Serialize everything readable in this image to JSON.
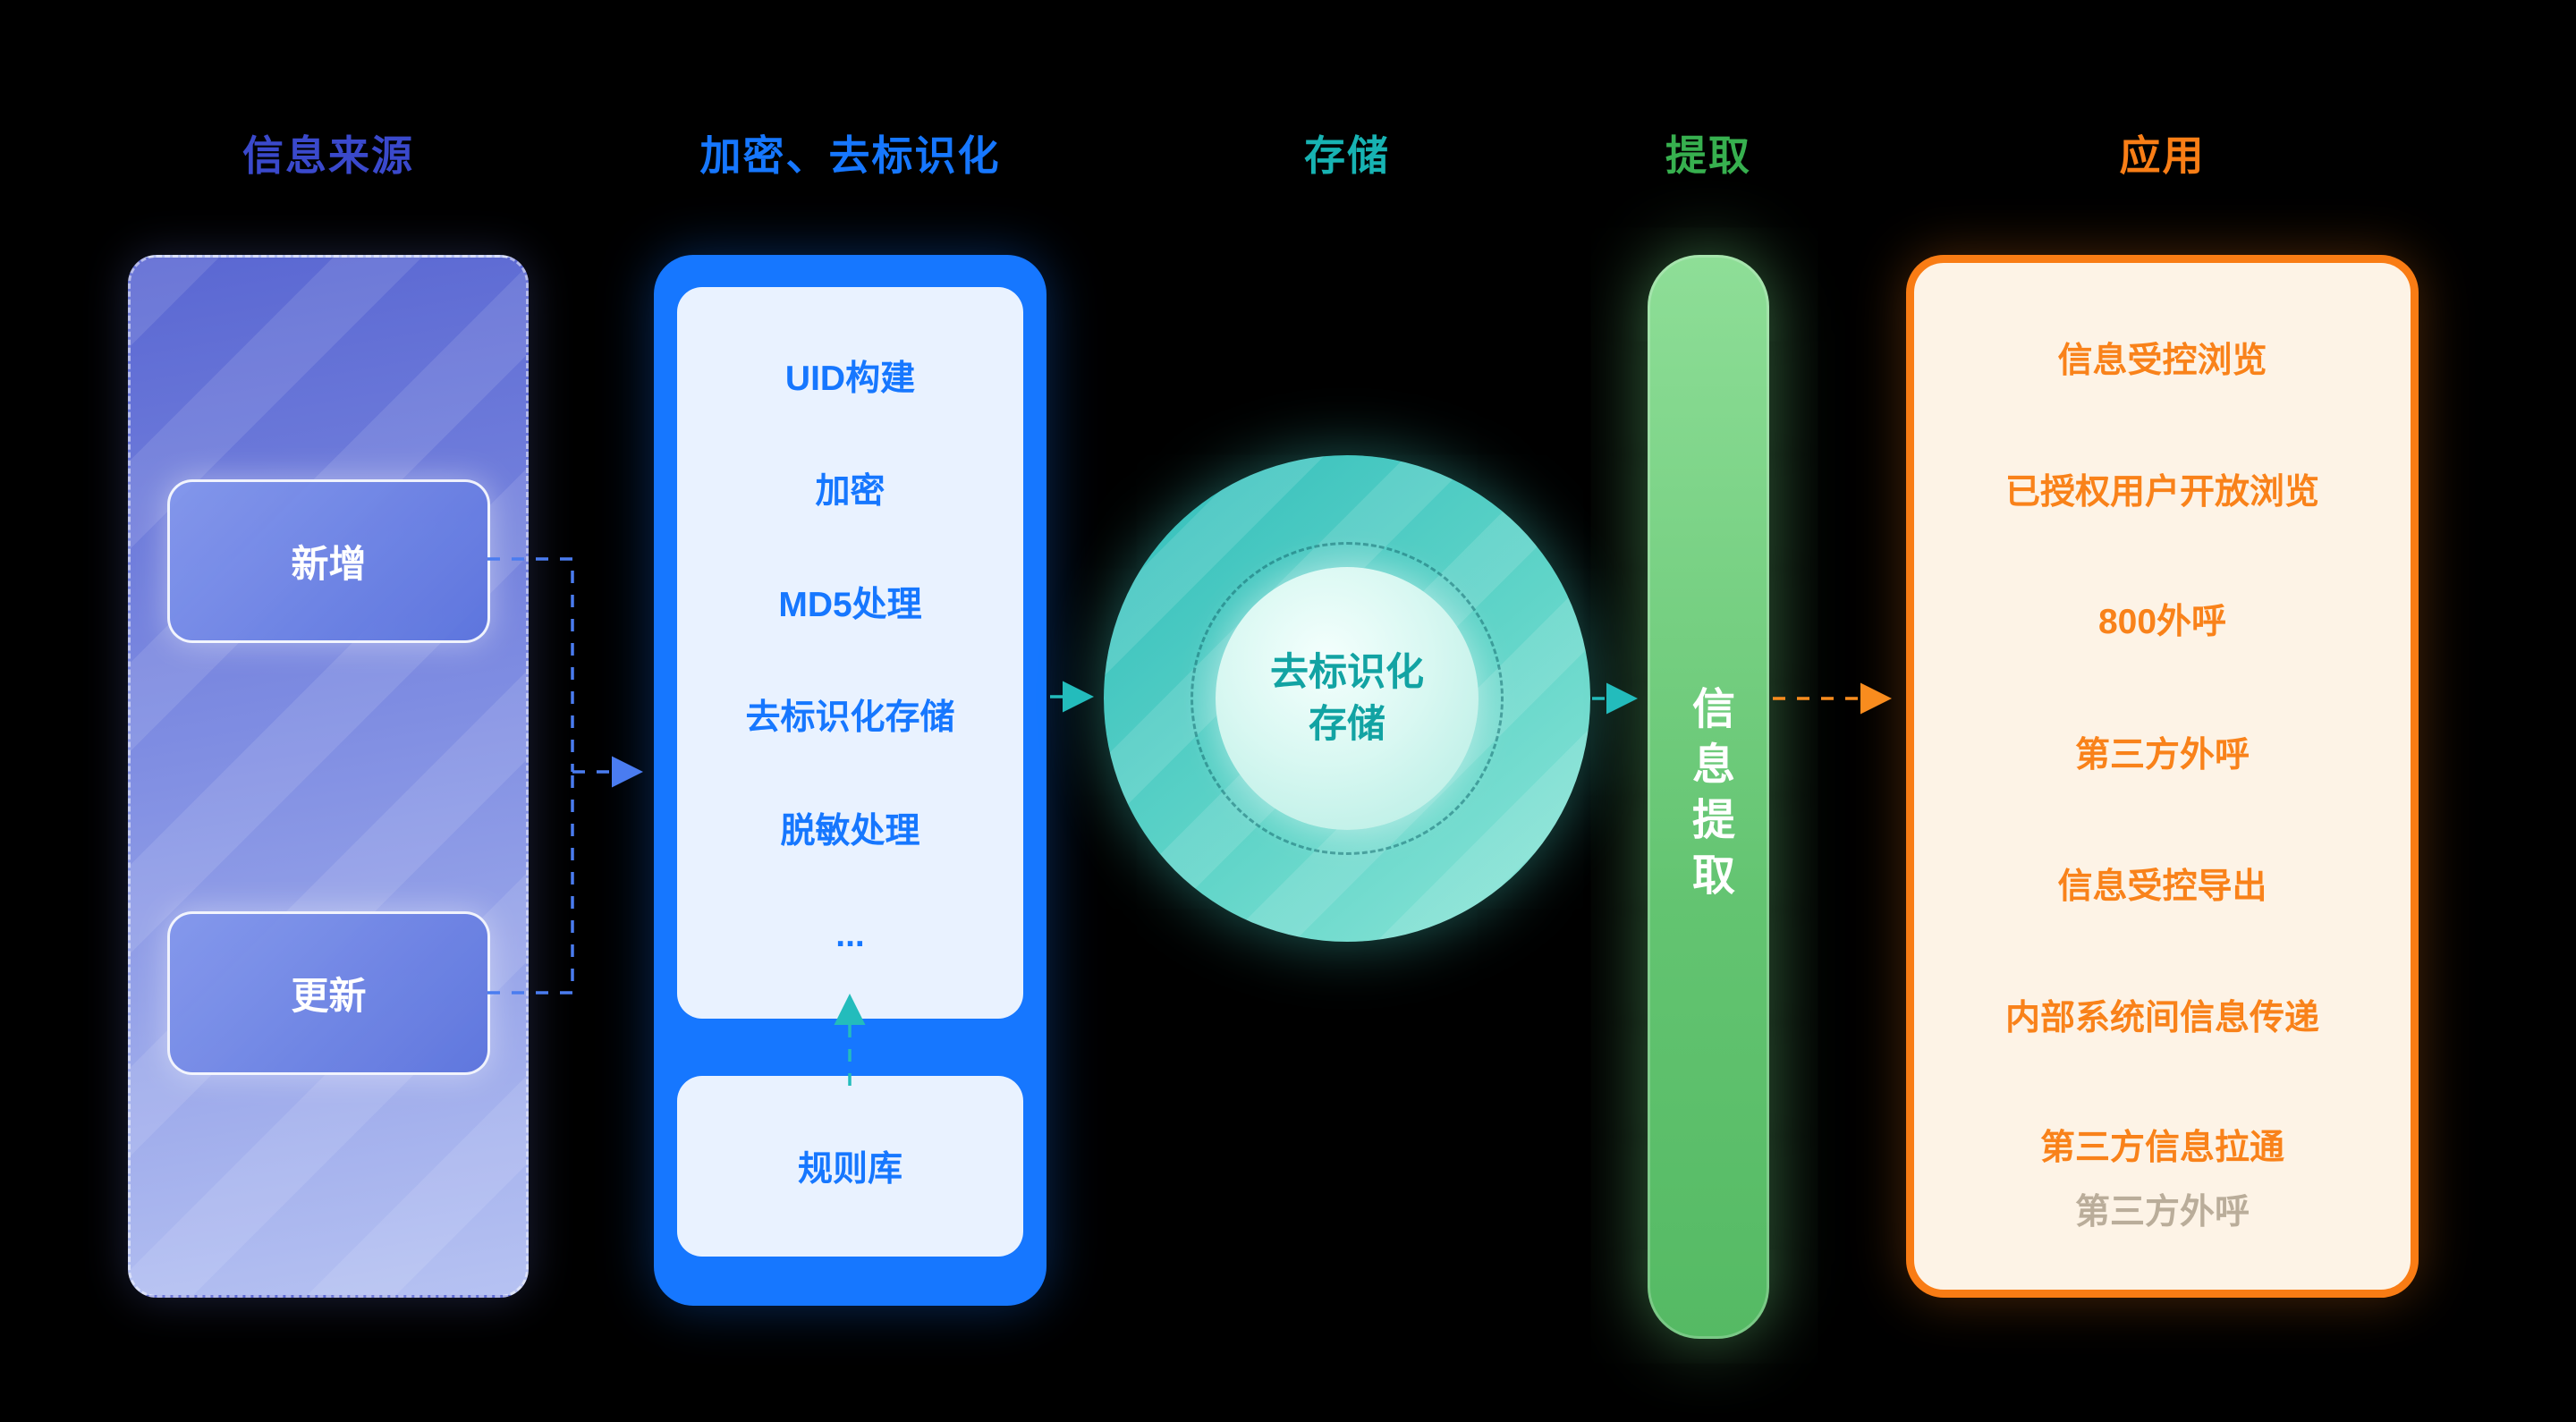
{
  "diagram": {
    "stages": {
      "source": {
        "title": "信息来源",
        "nodes": [
          "新增",
          "更新"
        ]
      },
      "encryption": {
        "title": "加密、去标识化",
        "steps": [
          "UID构建",
          "加密",
          "MD5处理",
          "去标识化存储",
          "脱敏处理",
          "..."
        ],
        "rule_library": "规则库"
      },
      "storage": {
        "title": "存储",
        "circle_line1": "去标识化",
        "circle_line2": "存储"
      },
      "extraction": {
        "title": "提取",
        "bar_label": "信息提取"
      },
      "application": {
        "title": "应用",
        "items": [
          "信息受控浏览",
          "已授权用户开放浏览",
          "800外呼",
          "第三方外呼",
          "信息受控导出",
          "内部系统间信息传递",
          "第三方信息拉通",
          "第三方外呼"
        ]
      }
    },
    "colors": {
      "background": "#000000",
      "source_accent": "#3a49cc",
      "encryption_accent": "#1677ff",
      "storage_accent": "#17b3b3",
      "extraction_accent": "#37b04f",
      "application_accent": "#f97e16"
    }
  }
}
